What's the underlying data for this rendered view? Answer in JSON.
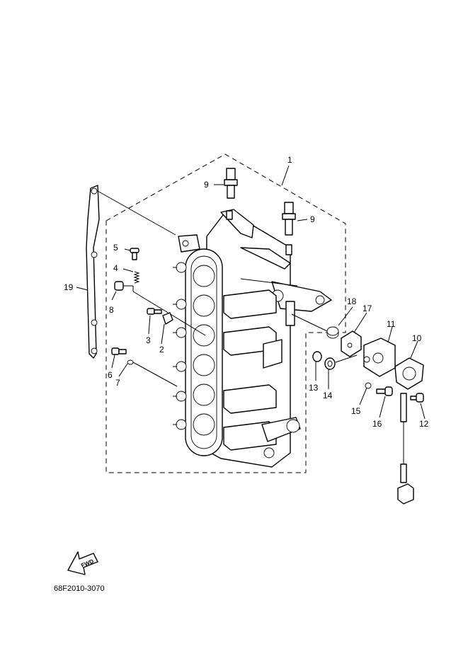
{
  "diagram": {
    "part_labels": [
      "1",
      "2",
      "3",
      "4",
      "5",
      "6",
      "7",
      "8",
      "9",
      "9",
      "10",
      "11",
      "12",
      "13",
      "14",
      "15",
      "16",
      "17",
      "18",
      "19"
    ],
    "fwd_label": "FWD",
    "drawing_code": "68F2010-3070"
  }
}
